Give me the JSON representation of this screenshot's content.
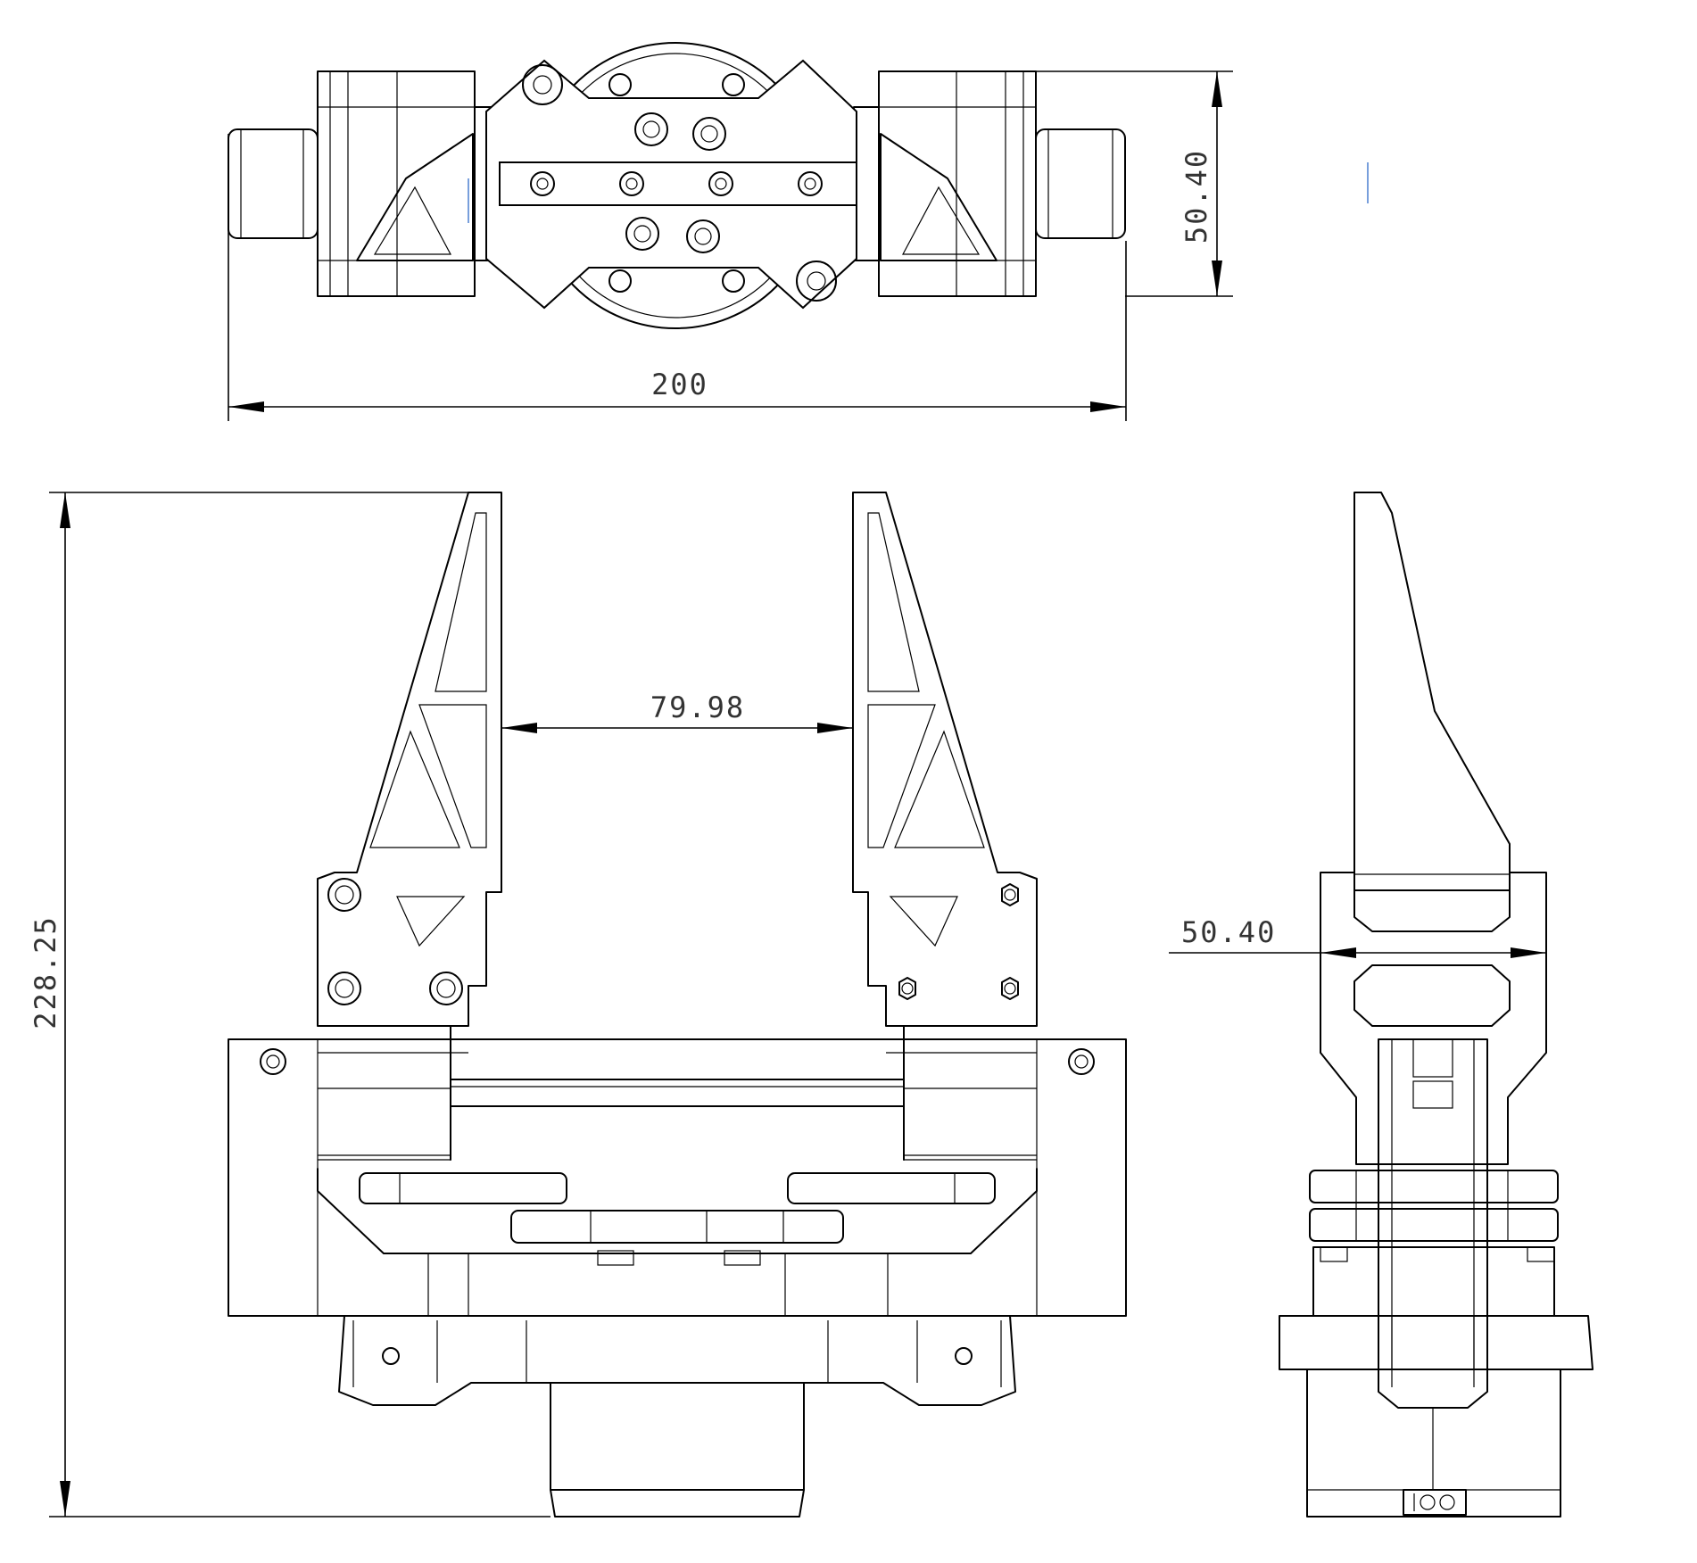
{
  "colors": {
    "line": "#000000",
    "paper": "#ffffff",
    "text": "#333333"
  },
  "dimensions": {
    "top_width": "200",
    "top_height": "50.40",
    "front_height": "228.25",
    "finger_gap": "79.98",
    "side_width": "50.40"
  }
}
